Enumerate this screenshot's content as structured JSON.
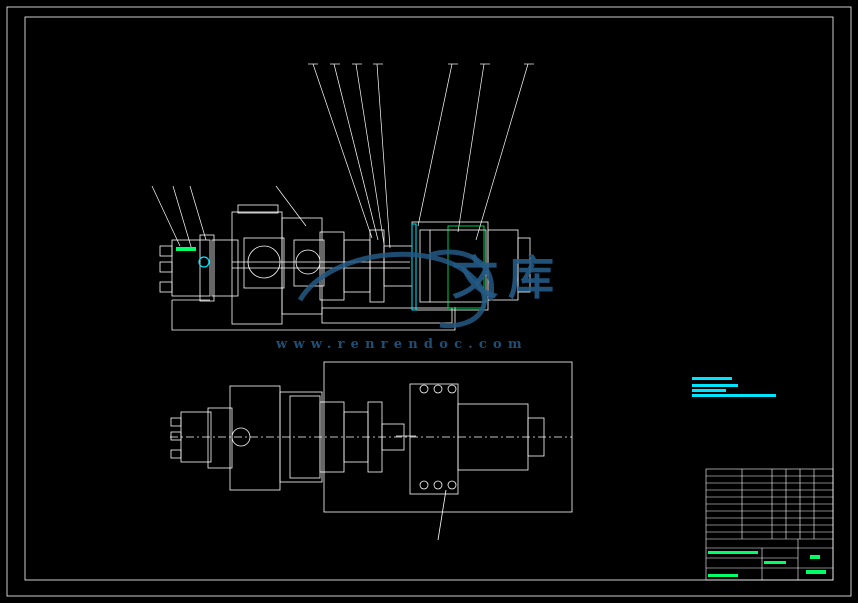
{
  "watermark": {
    "site": "www.renrendoc.com",
    "brand_char_1": "文",
    "brand_char_2": "库"
  },
  "colors": {
    "background": "#000000",
    "line": "#ffffff",
    "accent_cyan": "#00e5ff",
    "accent_green": "#00ff66",
    "watermark_blue": "#245a85"
  }
}
